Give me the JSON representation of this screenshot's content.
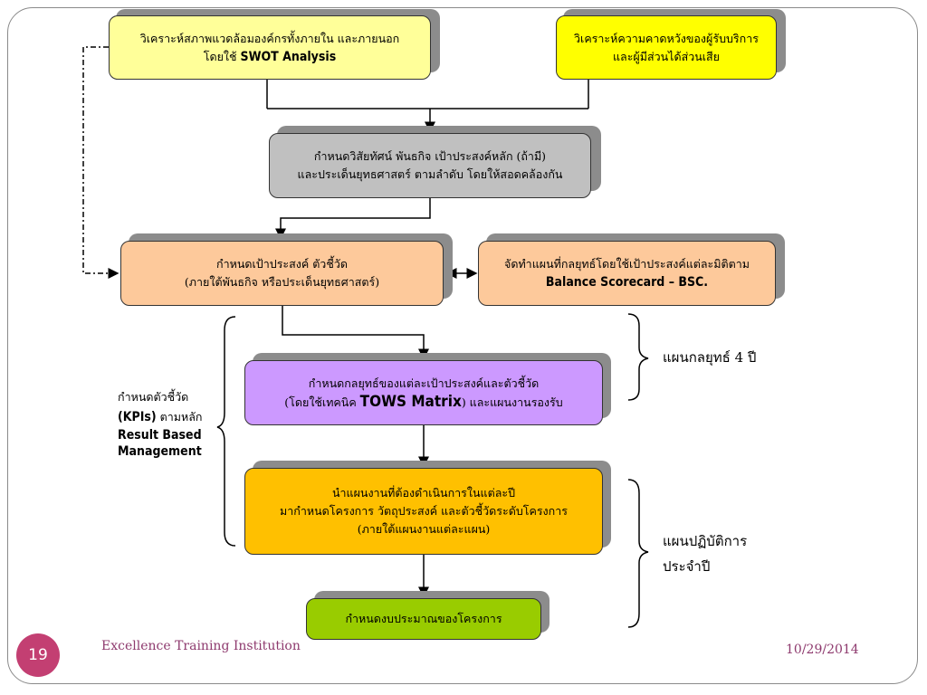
{
  "boxes": {
    "swot": {
      "line1": "วิเคราะห์สภาพแวดล้อมองค์กรทั้งภายใน และภายนอก",
      "line2_prefix": "โดยใช้ ",
      "line2_em": "SWOT Analysis",
      "fill": "#ffff99"
    },
    "stakeholder": {
      "line1": "วิเคราะห์ความคาดหวังของผู้รับบริการ",
      "line2": "และผู้มีส่วนได้ส่วนเสีย",
      "fill": "#ffff00"
    },
    "vision": {
      "line1": "กำหนดวิสัยทัศน์  พันธกิจ  เป้าประสงค์หลัก (ถ้ามี)",
      "line2": "และประเด็นยุทธศาสตร์ ตามลำดับ โดยให้สอดคล้องกัน",
      "fill": "#c0c0c0"
    },
    "goals": {
      "line1": "กำหนดเป้าประสงค์ ตัวชี้วัด",
      "line2": "(ภายใต้พันธกิจ หรือประเด็นยุทธศาสตร์)",
      "fill": "#fdc99b"
    },
    "bsc": {
      "line1": "จัดทำแผนที่กลยุทธ์โดยใช้เป้าประสงค์แต่ละมิติตาม",
      "line2_em": "Balance Scorecard – BSC.",
      "fill": "#fdc99b"
    },
    "tows": {
      "line1": "กำหนดกลยุทธ์ของแต่ละเป้าประสงค์และตัวชี้วัด",
      "line2_prefix": "(โดยใช้เทคนิค ",
      "line2_em": "TOWS Matrix",
      "line2_suffix": ") และแผนงานรองรับ",
      "fill": "#cc99ff"
    },
    "projects": {
      "line1": "นำแผนงานที่ต้องดำเนินการในแต่ละปี",
      "line2": "มากำหนดโครงการ วัตถุประสงค์ และตัวชี้วัดระดับโครงการ",
      "line3": "(ภายใต้แผนงานแต่ละแผน)",
      "fill": "#ffc000"
    },
    "budget": {
      "line1": "กำหนดงบประมาณของโครงการ",
      "fill": "#99cc00"
    }
  },
  "side_note": {
    "line1": "กำหนดตัวชี้วัด",
    "line2_em": "(KPIs)",
    "line2_suffix": " ตามหลัก",
    "line3": "Result Based",
    "line4": "Management"
  },
  "labels": {
    "plan4": "แผนกลยุทธ์ 4 ปี",
    "annual_line1": "แผนปฏิบัติการ",
    "annual_line2": "ประจำปี"
  },
  "footer": {
    "slide_number": "19",
    "institution": "Excellence Training Institution",
    "date": "10/29/2014"
  },
  "colors": {
    "accent": "#c33f72",
    "footer_text": "#8e3a6e"
  }
}
